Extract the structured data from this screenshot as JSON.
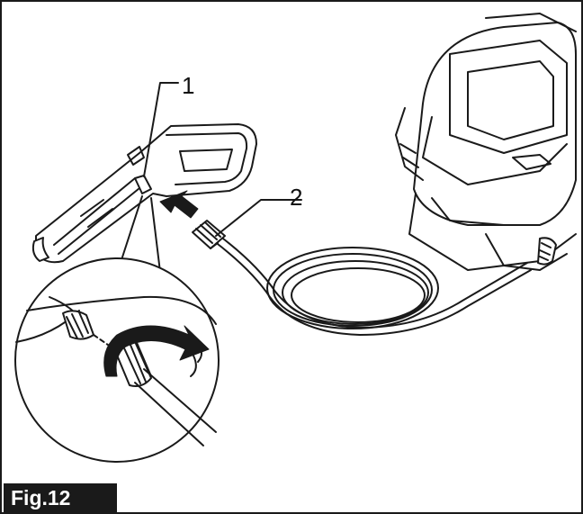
{
  "figure": {
    "label": "Fig.12",
    "callouts": [
      {
        "number": "1"
      },
      {
        "number": "2"
      }
    ]
  },
  "colors": {
    "line": "#1a1a1a",
    "background": "#ffffff",
    "label_background": "#1a1a1a",
    "label_text": "#ffffff"
  },
  "icons": [
    "spray-gun-icon",
    "high-pressure-hose-icon",
    "washer-unit-icon",
    "insert-arrow-icon",
    "rotate-arrow-icon"
  ]
}
